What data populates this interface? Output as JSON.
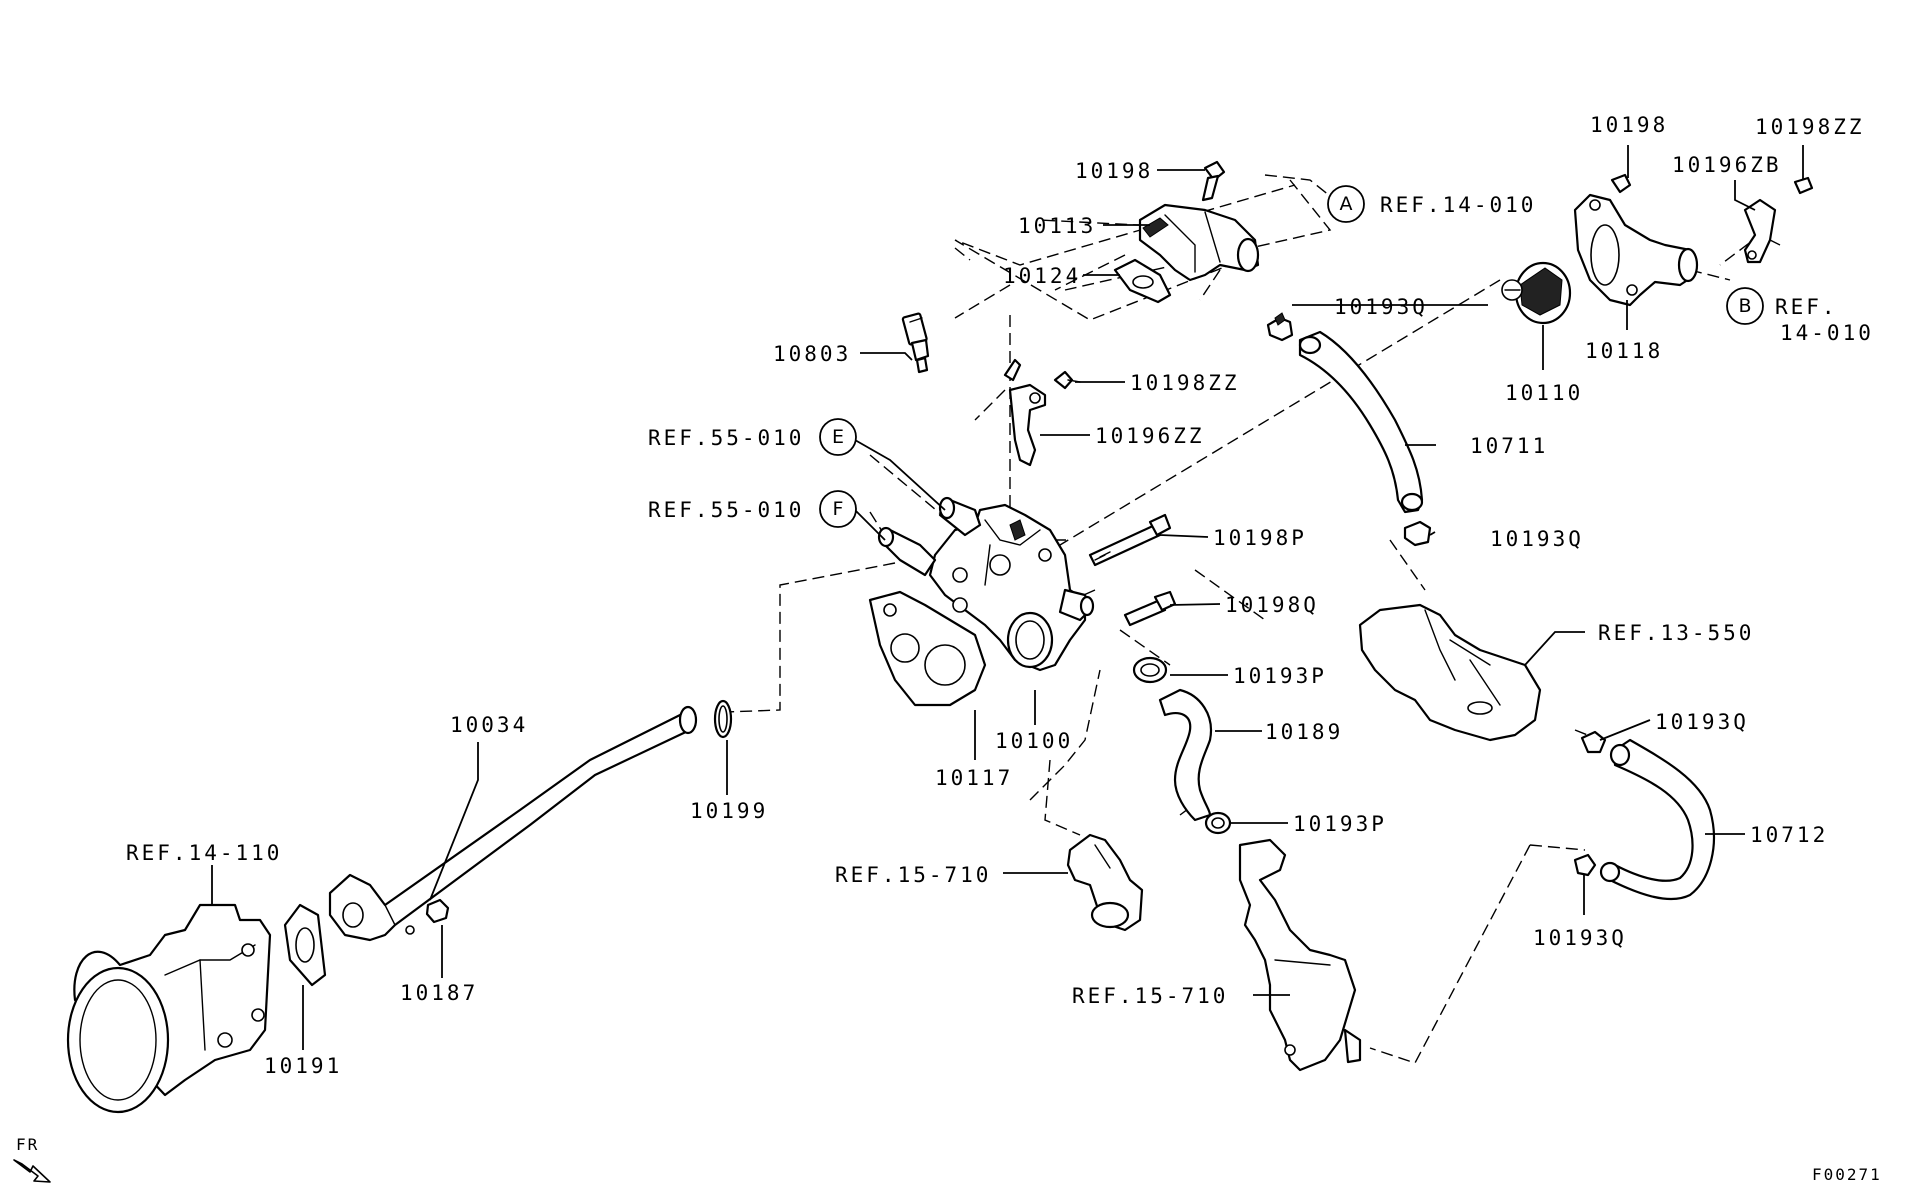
{
  "labels": {
    "p10198_top": "10198",
    "p10113": "10113",
    "p10124": "10124",
    "p10803": "10803",
    "p10198zz_mid": "10198ZZ",
    "p10196zz": "10196ZZ",
    "ref_55_010_e": "REF.55-010",
    "ref_55_010_f": "REF.55-010",
    "p10198p": "10198P",
    "p10198q": "10198Q",
    "p10193p_a": "10193P",
    "p10189": "10189",
    "p10193p_b": "10193P",
    "p10100": "10100",
    "p10117": "10117",
    "p10034": "10034",
    "p10199": "10199",
    "ref_14_110": "REF.14-110",
    "p10187": "10187",
    "p10191": "10191",
    "ref_15_710_a": "REF.15-710",
    "ref_15_710_b": "REF.15-710",
    "ref_14_010_a": "REF.14-010",
    "p10193q_a": "10193Q",
    "p10711": "10711",
    "p10193q_b": "10193Q",
    "ref_13_550": "REF.13-550",
    "p10193q_c": "10193Q",
    "p10712": "10712",
    "p10193q_d": "10193Q",
    "p10198_right": "10198",
    "p10198zz_right": "10198ZZ",
    "p10196zb": "10196ZB",
    "ref_14_010_b_1": "REF.",
    "ref_14_010_b_2": "14-010",
    "p10118": "10118",
    "p10110": "10110",
    "fr": "FR",
    "figure_code": "F00271"
  },
  "callouts": {
    "a": "A",
    "b": "B",
    "e": "E",
    "f": "F"
  }
}
